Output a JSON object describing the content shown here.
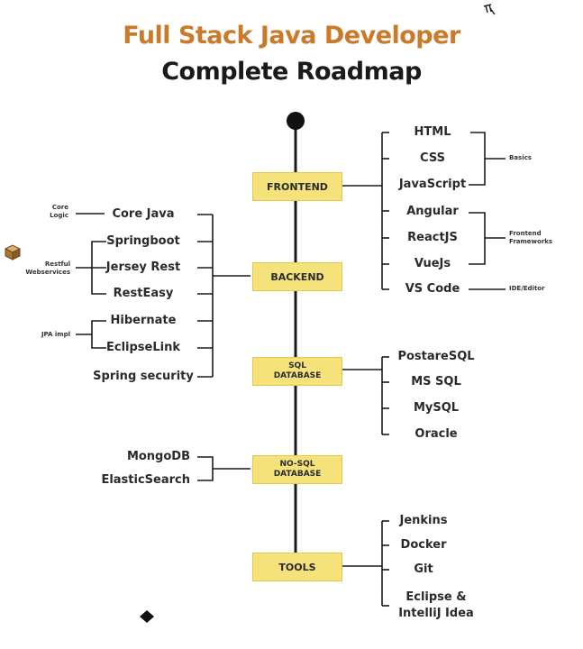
{
  "header": {
    "title": "Full Stack Java Developer",
    "subtitle": "Complete Roadmap",
    "title_color": "#c97a2a",
    "subtitle_color": "#1a1a1a"
  },
  "stages": {
    "frontend": "FRONTEND",
    "backend": "BACKEND",
    "sql_line1": "SQL",
    "sql_line2": "DATABASE",
    "nosql_line1": "NO-SQL",
    "nosql_line2": "DATABASE",
    "tools": "TOOLS",
    "box_color": "#f6e27a"
  },
  "frontend": {
    "items": [
      "HTML",
      "CSS",
      "JavaScript",
      "Angular",
      "ReactJS",
      "VueJs",
      "VS Code"
    ],
    "notes": {
      "basics": "Basics",
      "frameworks_line1": "Frontend",
      "frameworks_line2": "Frameworks",
      "ide": "IDE/Editor"
    }
  },
  "backend": {
    "items": [
      "Core Java",
      "Springboot",
      "Jersey Rest",
      "RestEasy",
      "Hibernate",
      "EclipseLink",
      "Spring security"
    ],
    "notes": {
      "core_line1": "Core",
      "core_line2": "Logic",
      "restful_line1": "Restful",
      "restful_line2": "Webservices",
      "jpa": "JPA impl"
    }
  },
  "sql": {
    "items": [
      "PostareSQL",
      "MS SQL",
      "MySQL",
      "Oracle"
    ]
  },
  "nosql": {
    "items": [
      "MongoDB",
      "ElasticSearch"
    ]
  },
  "tools": {
    "items": [
      "Jenkins",
      "Docker",
      "Git",
      "Eclipse &",
      "IntelliJ Idea"
    ]
  }
}
